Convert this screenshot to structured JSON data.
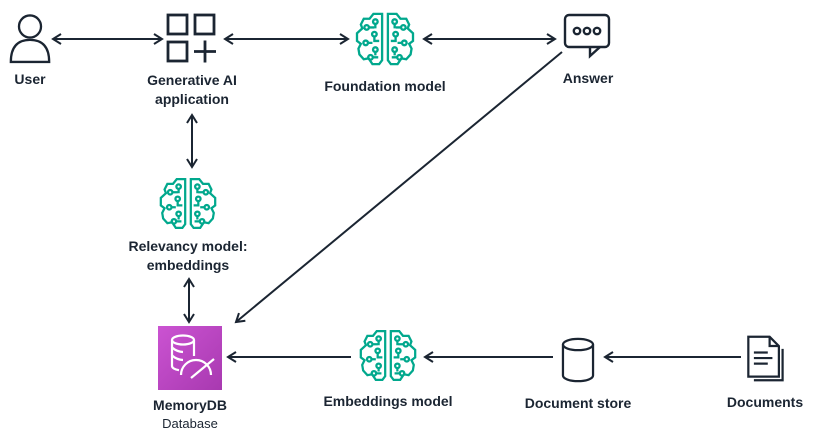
{
  "diagram": {
    "description": "Retrieval-augmented generation architecture with MemoryDB vector store",
    "nodes": {
      "user": {
        "label": "User"
      },
      "generative_ai_application": {
        "label": "Generative AI application"
      },
      "foundation_model": {
        "label": "Foundation model"
      },
      "answer": {
        "label": "Answer"
      },
      "relevancy_model": {
        "label": "Relevancy model: embeddings"
      },
      "memorydb": {
        "label": "MemoryDB",
        "sublabel": "Database"
      },
      "embeddings_model": {
        "label": "Embeddings model"
      },
      "document_store": {
        "label": "Document store"
      },
      "documents": {
        "label": "Documents"
      }
    },
    "edges": [
      {
        "from": "user",
        "to": "generative_ai_application",
        "direction": "bidirectional"
      },
      {
        "from": "generative_ai_application",
        "to": "foundation_model",
        "direction": "bidirectional"
      },
      {
        "from": "foundation_model",
        "to": "answer",
        "direction": "bidirectional"
      },
      {
        "from": "generative_ai_application",
        "to": "relevancy_model",
        "direction": "bidirectional"
      },
      {
        "from": "relevancy_model",
        "to": "memorydb",
        "direction": "bidirectional"
      },
      {
        "from": "answer",
        "to": "memorydb",
        "direction": "directed"
      },
      {
        "from": "documents",
        "to": "document_store",
        "direction": "directed"
      },
      {
        "from": "document_store",
        "to": "embeddings_model",
        "direction": "directed"
      },
      {
        "from": "embeddings_model",
        "to": "memorydb",
        "direction": "directed"
      }
    ],
    "colors": {
      "ink": "#1b2532",
      "accent_green": "#01a88d",
      "memorydb_purple_start": "#cb53d2",
      "memorydb_purple_end": "#a839b0"
    }
  }
}
